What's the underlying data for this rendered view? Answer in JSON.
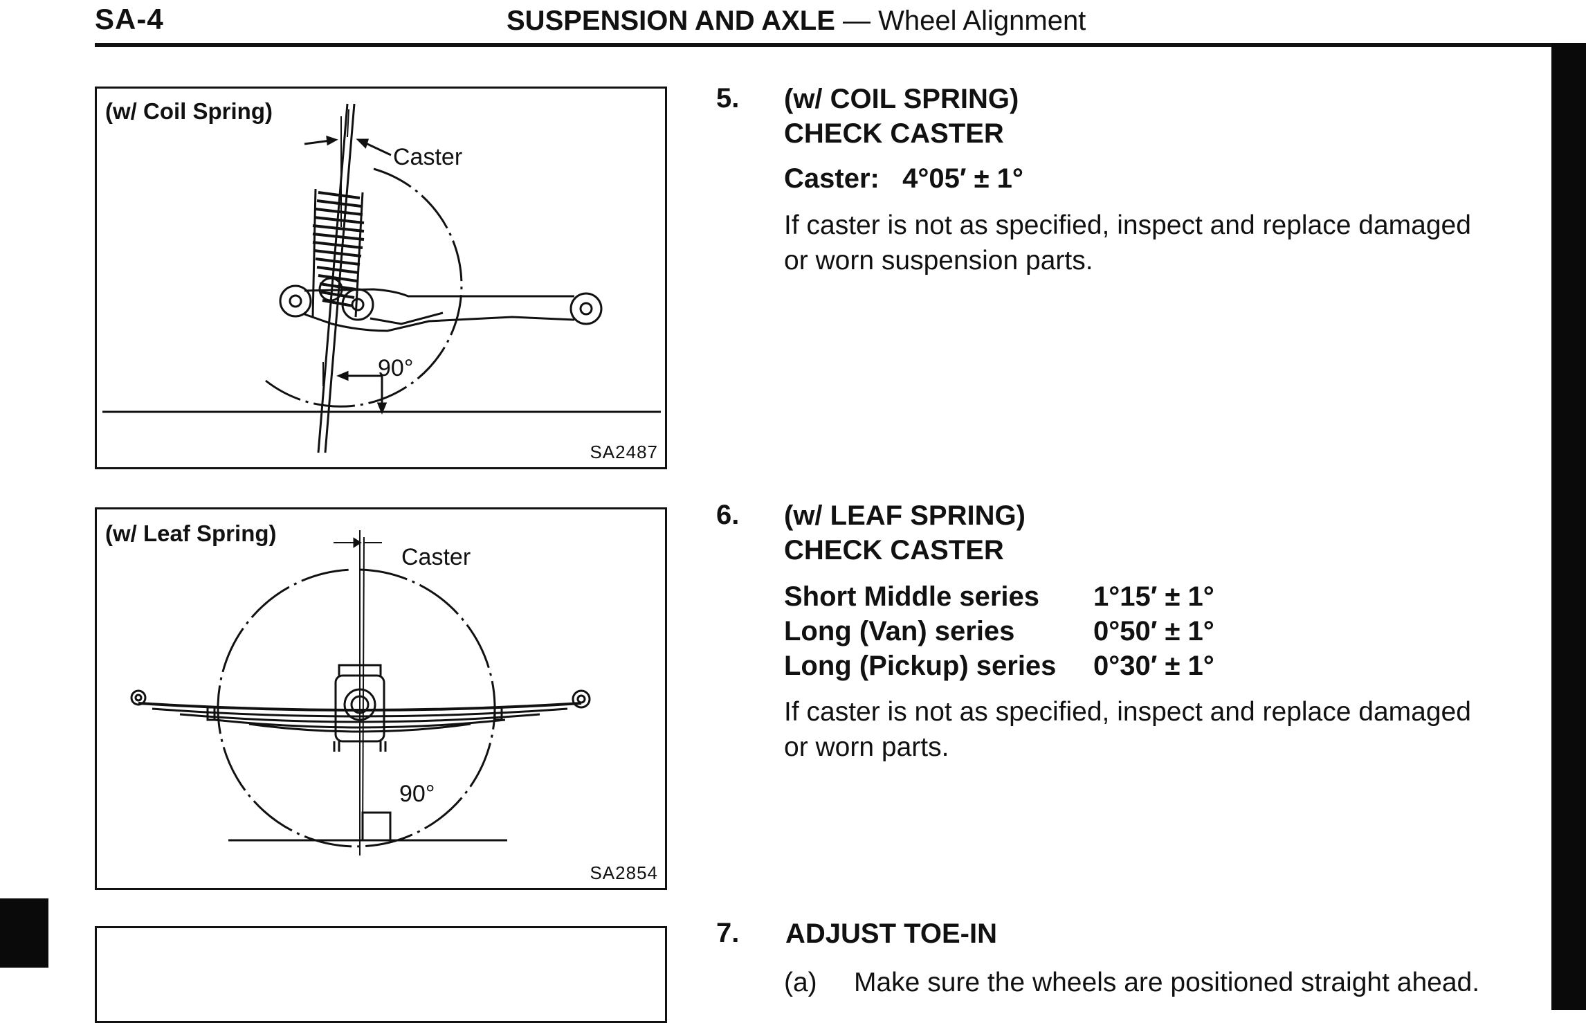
{
  "header": {
    "page": "SA-4",
    "section": "SUSPENSION AND AXLE",
    "dash": "—",
    "subsection": "Wheel Alignment"
  },
  "figures": [
    {
      "tag": "(w/ Coil Spring)",
      "label_caster": "Caster",
      "label_angle": "90°",
      "id": "SA2487"
    },
    {
      "tag": "(w/ Leaf Spring)",
      "label_caster": "Caster",
      "label_angle": "90°",
      "id": "SA2854"
    }
  ],
  "steps": [
    {
      "num": "5.",
      "title_line1": "(w/ COIL SPRING)",
      "title_line2": "CHECK CASTER",
      "spec": "Caster:   4°05′ ± 1°",
      "text_line1": "If caster is not as specified, inspect and replace damaged",
      "text_line2": "or worn suspension parts."
    },
    {
      "num": "6.",
      "title_line1": "(w/ LEAF SPRING)",
      "title_line2": "CHECK CASTER",
      "specs": [
        {
          "label": "Short Middle series",
          "value": "1°15′ ± 1°"
        },
        {
          "label": "Long (Van) series",
          "value": "0°50′ ± 1°"
        },
        {
          "label": "Long (Pickup) series",
          "value": "0°30′ ± 1°"
        }
      ],
      "text_line1": "If caster is not as specified, inspect and replace damaged",
      "text_line2": "or worn parts."
    },
    {
      "num": "7.",
      "title_line1": "ADJUST TOE-IN",
      "sub_label": "(a)",
      "sub_text": "Make sure the wheels are positioned straight ahead."
    }
  ]
}
